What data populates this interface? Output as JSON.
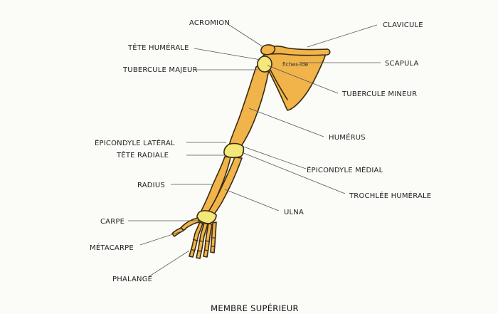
{
  "diagram": {
    "title": "MEMBRE SUPÉRIEUR",
    "watermark": "fiches-ide",
    "colors": {
      "bone": "#f0b44a",
      "joint": "#f3e879",
      "outline": "#3a2a10",
      "leader": "#555555",
      "background": "#fbfbf8"
    },
    "labels": {
      "acromion": "ACROMION",
      "clavicule": "CLAVICULE",
      "tete_humerale": "TÊTE HUMÉRALE",
      "scapula": "SCAPULA",
      "tubercule_majeur": "TUBERCULE MAJEUR",
      "tubercule_mineur": "TUBERCULE MINEUR",
      "humerus": "HUMÉRUS",
      "epicondyle_lateral": "ÉPICONDYLE LATÉRAL",
      "tete_radiale": "TÊTE RADIALE",
      "epicondyle_medial": "ÉPICONDYLE MÉDIAL",
      "radius": "RADIUS",
      "trochlee_humerale": "TROCHLÉE HUMÉRALE",
      "ulna": "ULNA",
      "carpe": "CARPE",
      "metacarpe": "MÉTACARPE",
      "phalange": "PHALANGE"
    }
  }
}
